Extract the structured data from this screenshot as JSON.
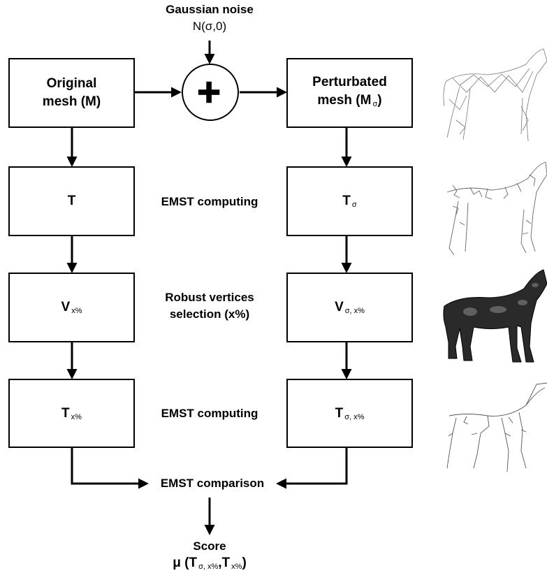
{
  "top": {
    "noise_title": "Gaussian noise",
    "noise_param": "N(σ,0)"
  },
  "left_column": {
    "original_mesh_line1": "Original",
    "original_mesh_line2": "mesh (M)",
    "t_main": "T",
    "v_main": "V",
    "v_sub": "x%",
    "tx_main": "T",
    "tx_sub": "x%"
  },
  "right_column": {
    "perturbated_line1": "Perturbated",
    "perturbated_line2_main": "mesh (M",
    "perturbated_line2_sub": "σ",
    "perturbated_line2_close": ")",
    "tsigma_main": "T",
    "tsigma_sub": "σ",
    "vsigma_main": "V",
    "vsigma_sub": "σ, x%",
    "tsigmax_main": "T",
    "tsigmax_sub": "σ, x%"
  },
  "middle_labels": {
    "emst_computing_1": "EMST computing",
    "robust_line1": "Robust vertices",
    "robust_line2": "selection (x%)",
    "emst_computing_2": "EMST computing",
    "emst_comparison": "EMST comparison"
  },
  "score": {
    "title": "Score",
    "mu": "μ (",
    "t1": "T",
    "t1_sub": "σ, x%",
    "comma": ",",
    "t2": "T",
    "t2_sub": "x%",
    "close": ")"
  },
  "icons": [
    "plus-icon",
    "horse-wireframe-icon",
    "horse-emst-icon",
    "horse-shaded-icon",
    "horse-emst-sparse-icon"
  ],
  "colors": {
    "line": "#000000",
    "background": "#ffffff"
  }
}
